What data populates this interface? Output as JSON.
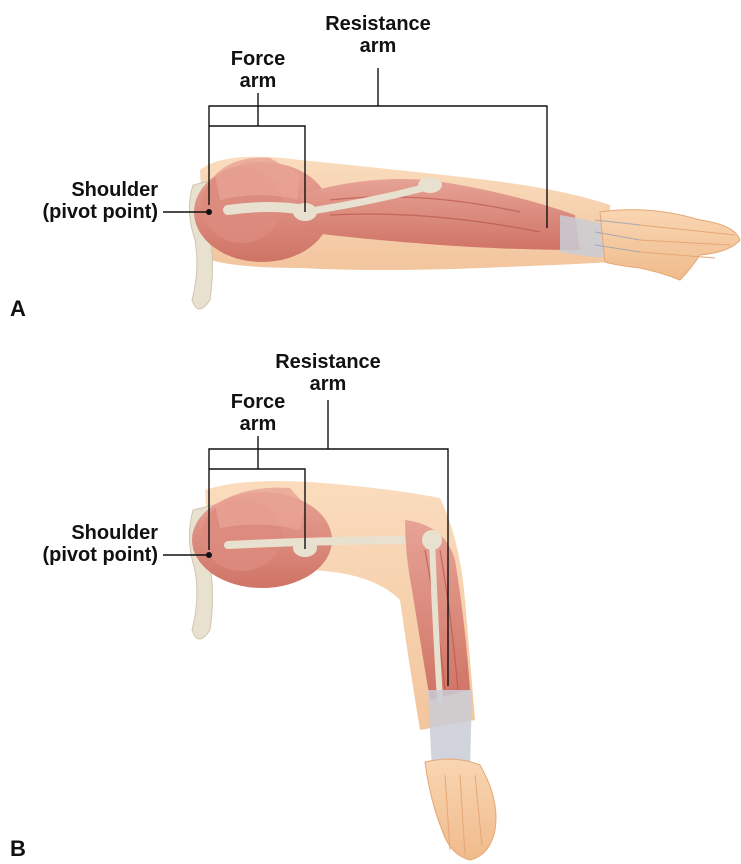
{
  "panels": [
    {
      "letter": "A",
      "force_arm_label": [
        "Force",
        "arm"
      ],
      "resistance_arm_label": [
        "Resistance",
        "arm"
      ],
      "pivot_label": [
        "Shoulder",
        "(pivot point)"
      ]
    },
    {
      "letter": "B",
      "force_arm_label": [
        "Force",
        "arm"
      ],
      "resistance_arm_label": [
        "Resistance",
        "arm"
      ],
      "pivot_label": [
        "Shoulder",
        "(pivot point)"
      ]
    }
  ],
  "colors": {
    "muscle": "#d9847a",
    "muscle_light": "#e9a99c",
    "skin": "#f6caa0",
    "bone": "#e8e1cf",
    "tendon": "#c9ccd6",
    "line": "#111111"
  }
}
